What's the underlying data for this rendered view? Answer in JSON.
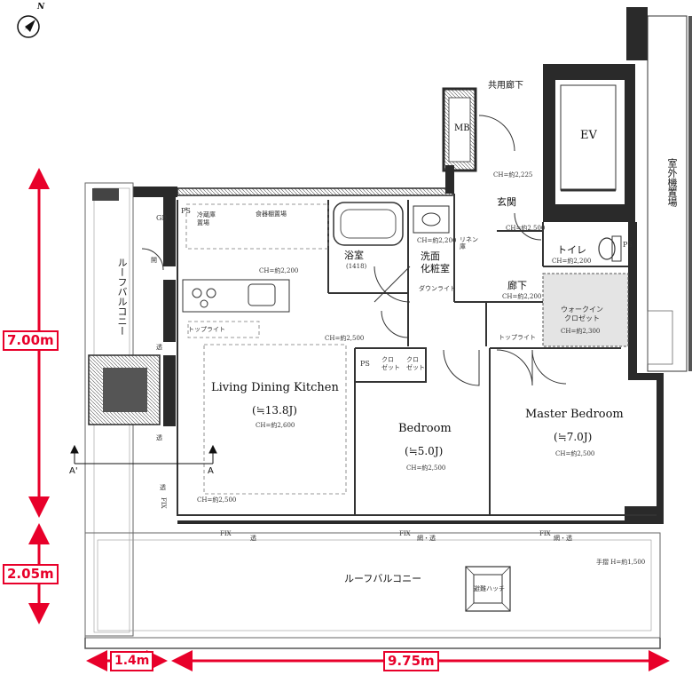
{
  "compass": {
    "north_letter": "N"
  },
  "dimensions": {
    "height_main": "7.00m",
    "height_balcony": "2.05m",
    "width_left": "1.4m",
    "width_main": "9.75m"
  },
  "colors": {
    "dimension": "#e8002a",
    "wall": "#2a2a2a",
    "closet_fill": "#e4e4e4"
  },
  "rooms": {
    "common_corridor": "共用廊下",
    "mb": "MB",
    "ev": "EV",
    "outdoor_unit": "室外機置場",
    "entrance": "玄関",
    "toilet": "トイレ",
    "toilet_ch": "CH=約2,200",
    "ps_toilet": "PS",
    "bath": "浴室",
    "bath_size": "(1418)",
    "washroom": "洗面\n化粧室",
    "linen": "リネン\n庫",
    "corridor": "廊下",
    "corridor_ch": "CH=約2,200",
    "wic": "ウォークイン\nクロゼット",
    "wic_ch": "CH=約2,300",
    "ldk": "Living Dining Kitchen",
    "ldk_size": "(≒13.8J)",
    "ldk_ch": "CH=約2,600",
    "bedroom": "Bedroom",
    "bedroom_size": "(≒5.0J)",
    "bedroom_ch": "CH=約2,500",
    "master": "Master Bedroom",
    "master_size": "(≒7.0J)",
    "master_ch": "CH=約2,500",
    "closet1": "クロ\nゼット",
    "closet2": "クロ\nゼット",
    "ps_closet": "PS",
    "fridge": "冷蔵庫\n置場",
    "pantry": "食器棚置場",
    "kitchen_ch": "CH=約2,200",
    "hall_ch": "CH=約2,500",
    "ldk_lower_ch": "CH=約2,500",
    "entrance_ch": "CH=約2,225",
    "entrance_ch2": "CH=約2,500",
    "wash_ch": "CH=約2,200",
    "ps_kitchen": "PS",
    "gb": "GB",
    "roof_balcony_left": "ルーフバルコニー",
    "roof_balcony_bottom": "ルーフバルコニー",
    "hatch": "避難ハッチ",
    "handrail": "手摺 H=約1,500",
    "downlight1": "ダウンライト",
    "downlight2": "トップライト",
    "downlight3": "トップライト",
    "fix_left": "FIX",
    "fix1": "FIX",
    "fix2": "FIX",
    "fix3": "FIX",
    "glass1": "透",
    "glass2": "網・透",
    "glass3": "網・透",
    "glass_left1": "透",
    "glass_left2": "透",
    "glass_left3": "透",
    "door_left": "開",
    "section_a_left": "A'",
    "section_a_right": "A"
  }
}
